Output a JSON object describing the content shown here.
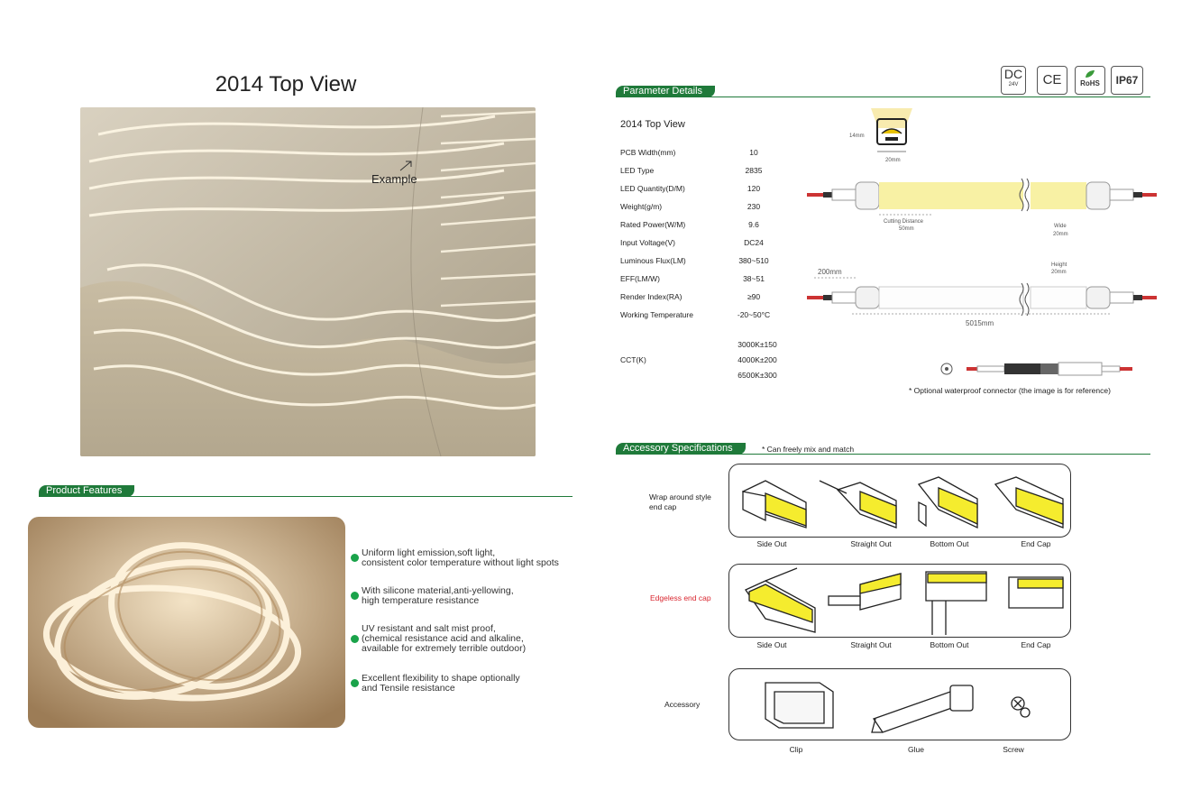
{
  "left": {
    "title": "2014 Top View",
    "example_label": "Example",
    "features_tab": "Product Features",
    "features": [
      {
        "line1": "Uniform light emission,soft light,",
        "line2": "consistent color temperature without light spots",
        "line3": ""
      },
      {
        "line1": "With silicone material,anti-yellowing,",
        "line2": "high temperature resistance",
        "line3": ""
      },
      {
        "line1": "UV resistant and salt mist proof,",
        "line2": "(chemical resistance acid and alkaline,",
        "line3": "available for extremely terrible outdoor)"
      },
      {
        "line1": "Excellent flexibility to shape optionally",
        "line2": "and Tensile resistance",
        "line3": ""
      }
    ]
  },
  "right": {
    "params_tab": "Parameter Details",
    "badges": {
      "dc": "DC",
      "dc_sub": "24V",
      "ce": "CE",
      "rohs": "RoHS",
      "ip": "IP67"
    },
    "product_name": "2014 Top View",
    "params": [
      {
        "name": "PCB Width(mm)",
        "value": "10"
      },
      {
        "name": "LED Type",
        "value": "2835"
      },
      {
        "name": "LED Quantity(D/M)",
        "value": "120"
      },
      {
        "name": "Weight(g/m)",
        "value": "230"
      },
      {
        "name": "Rated Power(W/M)",
        "value": "9.6"
      },
      {
        "name": "Input Voltage(V)",
        "value": "DC24"
      },
      {
        "name": "Luminous Flux(LM)",
        "value": "380~510"
      },
      {
        "name": "EFF(LM/W)",
        "value": "38~51"
      },
      {
        "name": "Render Index(RA)",
        "value": "≥90"
      },
      {
        "name": "Working Temperature",
        "value": "-20~50°C"
      }
    ],
    "cct_name": "CCT(K)",
    "cct_values": [
      "3000K±150",
      "4000K±200",
      "6500K±300"
    ],
    "dims": {
      "height_14": "14mm",
      "width_20": "20mm",
      "cutting_distance": "Cutting Distance",
      "cutting_50": "50mm",
      "wide": "Wide",
      "wide_20": "20mm",
      "lead_200": "200mm",
      "height": "Height",
      "height_20": "20mm",
      "total_length": "5015mm"
    },
    "connector_note": "* Optional waterproof connector (the image is for reference)",
    "accessory_tab": "Accessory Specifications",
    "accessory_note": "* Can freely mix and match",
    "row1_label_1": "Wrap around style",
    "row1_label_2": "end cap",
    "row1_items": [
      "Side Out",
      "Straight Out",
      "Bottom Out",
      "End Cap"
    ],
    "row2_label": "Edgeless end cap",
    "row2_items": [
      "Side Out",
      "Straight Out",
      "Bottom Out",
      "End Cap"
    ],
    "row3_label": "Accessory",
    "row3_items": [
      "Clip",
      "Glue",
      "Screw"
    ]
  },
  "colors": {
    "brand_green": "#1f7a3a",
    "bullet_green": "#1aa34a",
    "led_yellow": "#f6ef3a",
    "edgeless_red": "#d9262f"
  }
}
